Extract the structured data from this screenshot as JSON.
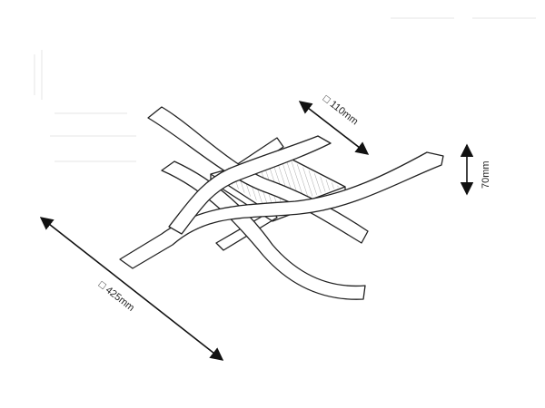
{
  "dimensions": {
    "diameter": {
      "symbol": "□",
      "label": "425mm"
    },
    "base": {
      "symbol": "□",
      "label": "110mm"
    },
    "height": {
      "label": "70mm"
    }
  },
  "colors": {
    "line": "#222222",
    "hatch": "#777777",
    "background": "#ffffff"
  }
}
